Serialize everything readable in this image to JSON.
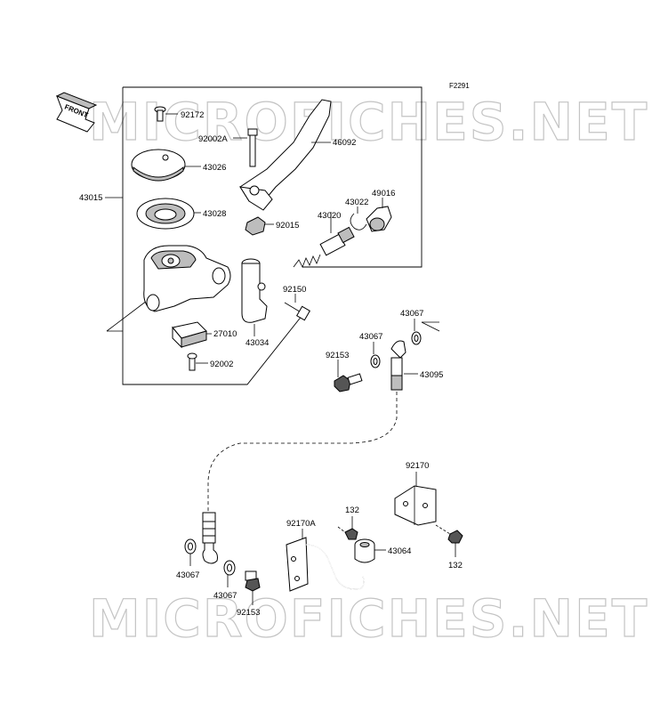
{
  "figure_code": "F2291",
  "front_indicator": "FRONT",
  "watermark": "MICROFICHES.NET",
  "callouts": {
    "c92172": "92172",
    "c92002A": "92002A",
    "c46092": "46092",
    "c43026": "43026",
    "c43015": "43015",
    "c43028": "43028",
    "c92015": "92015",
    "c43022": "43022",
    "c49016": "49016",
    "c43020": "43020",
    "c92150": "92150",
    "c27010": "27010",
    "c43034": "43034",
    "c92002": "92002",
    "c43067_a": "43067",
    "c43067_b": "43067",
    "c92153_a": "92153",
    "c43095": "43095",
    "c92170": "92170",
    "c132_a": "132",
    "c92170A": "92170A",
    "c43064": "43064",
    "c132_b": "132",
    "c43067_c": "43067",
    "c43067_d": "43067",
    "c92153_b": "92153"
  }
}
